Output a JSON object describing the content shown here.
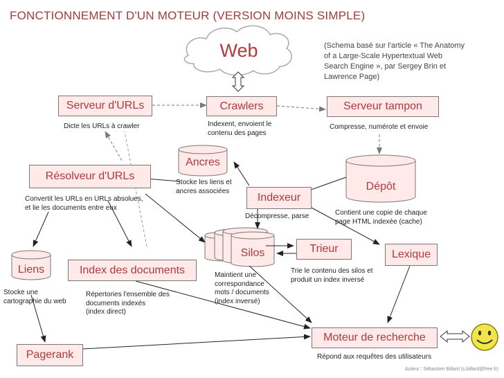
{
  "title": "FONCTIONNEMENT D'UN MOTEUR  (VERSION MOINS SIMPLE)",
  "web_label": "Web",
  "note_lines": [
    "(Schema basé sur l'article « The Anatomy",
    "of a Large-Scale Hypertextual Web",
    "Search Engine », par Sergey Brin et",
    "Lawrence Page)"
  ],
  "credit": "Auteur : Sébastien Billard (s.billard@free.fr)",
  "boxes": {
    "serveur_urls": "Serveur d'URLs",
    "crawlers": "Crawlers",
    "serveur_tampon": "Serveur tampon",
    "resolveur": "Résolveur d'URLs",
    "indexeur": "Indexeur",
    "trieur": "Trieur",
    "lexique": "Lexique",
    "index_documents": "Index des documents",
    "moteur": "Moteur de recherche",
    "pagerank": "Pagerank"
  },
  "cylinders": {
    "ancres": "Ancres",
    "depot": "Dépôt",
    "silos": "Silos",
    "liens": "Liens"
  },
  "descriptions": {
    "serveur_urls": [
      "Dicte les URLs à crawler"
    ],
    "crawlers": [
      "Indexent, envoient le",
      "contenu des pages"
    ],
    "serveur_tampon": [
      "Compresse, numérote et envoie"
    ],
    "ancres": [
      "Stocke les liens et",
      "ancres associées"
    ],
    "resolveur": [
      "Convertit les URLs en URLs absolues,",
      "et lie les documents entre eux"
    ],
    "indexeur": [
      "Décompresse, parse"
    ],
    "depot": [
      "Contient une copie de chaque",
      "page HTML indexée (cache)"
    ],
    "silos": [
      "Maintient une",
      "correspondance",
      "mots / documents",
      "(index inversé)"
    ],
    "trieur": [
      "Trie le contenu des silos et",
      "produit un index inversé"
    ],
    "liens": [
      "Stocke une",
      "cartographie du web"
    ],
    "index_documents": [
      "Répertories l'ensemble des",
      "documents indexés",
      "(index direct)"
    ],
    "moteur": [
      "Répond aux requêtes des utilisateurs"
    ]
  }
}
